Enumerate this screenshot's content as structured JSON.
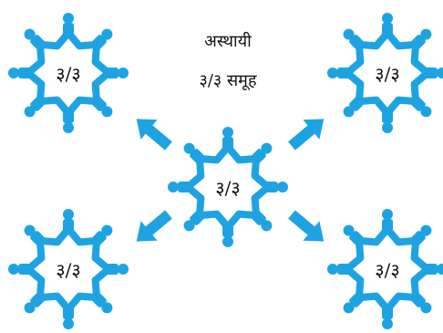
{
  "heading": {
    "title": "अस्थायी",
    "subtitle": "३/३ समूह"
  },
  "groups": [
    {
      "id": "top-left",
      "label": "३/३"
    },
    {
      "id": "top-right",
      "label": "३/३"
    },
    {
      "id": "center",
      "label": "३/३"
    },
    {
      "id": "bottom-left",
      "label": "३/३"
    },
    {
      "id": "bottom-right",
      "label": "३/३"
    }
  ],
  "colors": {
    "people": "#1ea3e2",
    "arrow": "#1ea3e2"
  },
  "icons": {
    "group": "people-circle-icon",
    "arrow": "arrow-icon"
  }
}
